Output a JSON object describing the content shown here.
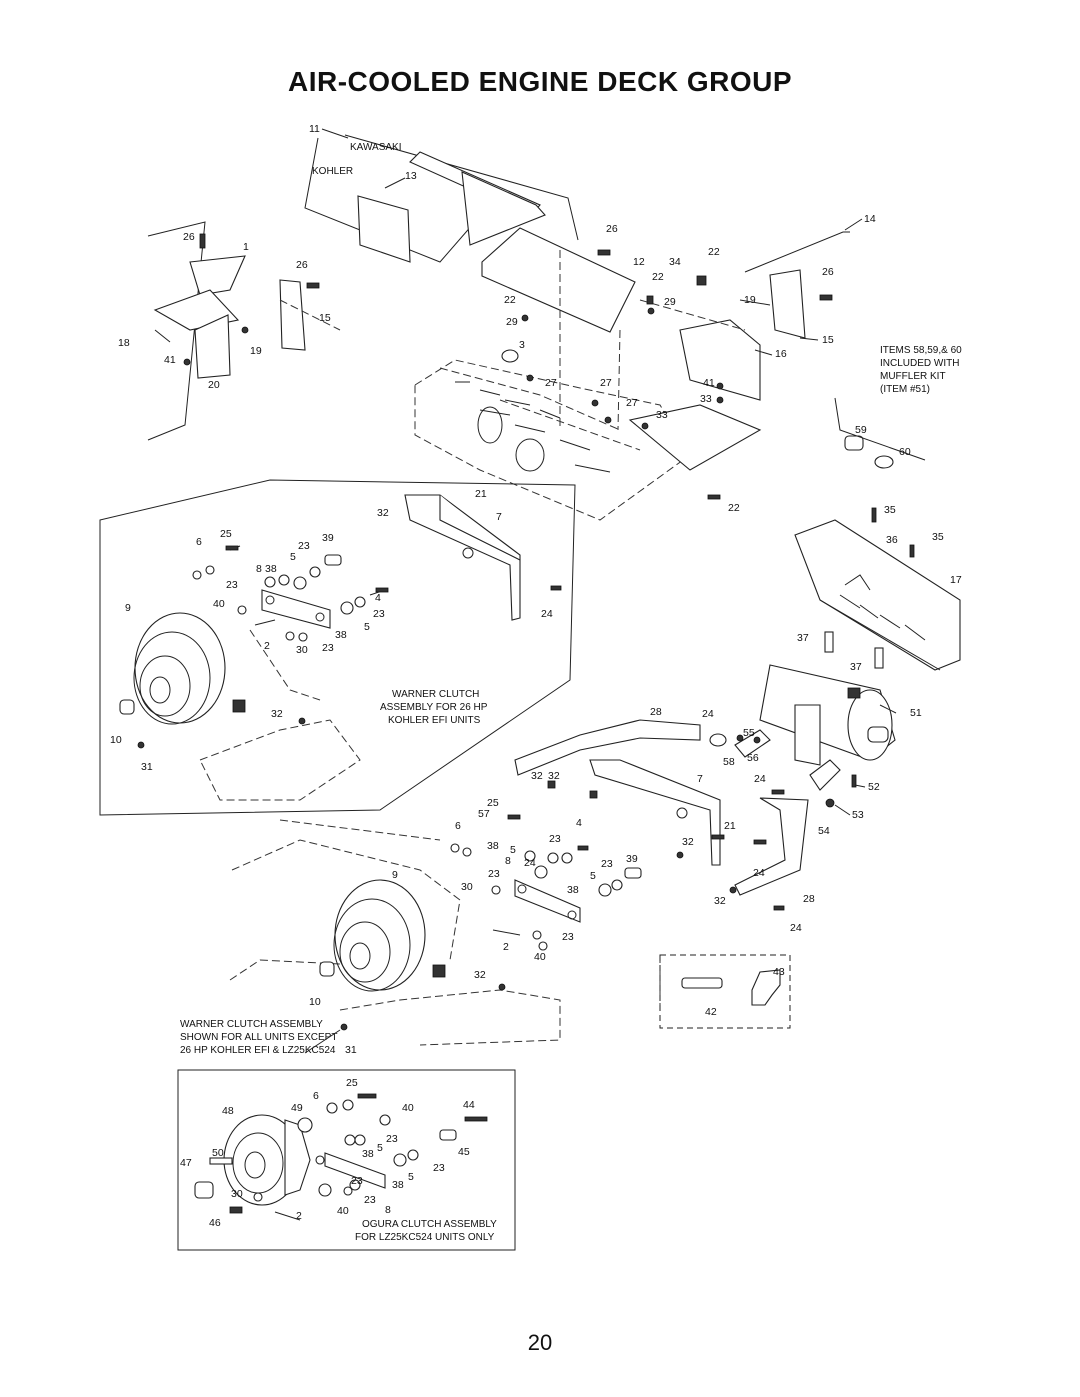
{
  "page": {
    "title": "AIR-COOLED ENGINE DECK GROUP",
    "page_number": "20"
  },
  "captions": {
    "kawasaki": "KAWASAKI",
    "kohler": "KOHLER",
    "muffler_kit": [
      "ITEMS 58,59,& 60",
      "INCLUDED WITH",
      "MUFFLER KIT",
      "(ITEM #51)"
    ],
    "warner_efi": [
      "WARNER CLUTCH",
      "ASSEMBLY FOR 26 HP",
      "KOHLER EFI UNITS"
    ],
    "warner_all": [
      "WARNER CLUTCH ASSEMBLY",
      "SHOWN FOR ALL UNITS EXCEPT",
      "26 HP KOHLER EFI & LZ25KC524"
    ],
    "ogura": [
      "OGURA CLUTCH ASSEMBLY",
      "FOR LZ25KC524 UNITS ONLY"
    ]
  },
  "callouts": {
    "top": [
      "11",
      "13",
      "14",
      "26",
      "1",
      "26",
      "15",
      "18",
      "41",
      "19",
      "20",
      "26",
      "12",
      "34",
      "22",
      "22",
      "22",
      "29",
      "29",
      "3",
      "27",
      "27",
      "27",
      "33",
      "26",
      "19",
      "15",
      "16",
      "41",
      "33",
      "59",
      "60",
      "22"
    ],
    "efi_box": [
      "21",
      "32",
      "7",
      "25",
      "6",
      "23",
      "39",
      "5",
      "8",
      "38",
      "23",
      "40",
      "9",
      "4",
      "23",
      "24",
      "38",
      "5",
      "2",
      "30",
      "23",
      "32",
      "10",
      "31"
    ],
    "middle": [
      "35",
      "36",
      "35",
      "17",
      "37",
      "37",
      "51",
      "28",
      "24",
      "55",
      "56",
      "58",
      "32",
      "32",
      "7",
      "24",
      "52",
      "25",
      "57",
      "4",
      "53",
      "54",
      "6",
      "23",
      "38",
      "5",
      "32",
      "21",
      "24",
      "9",
      "8",
      "23",
      "39",
      "23",
      "5",
      "24",
      "30",
      "38",
      "32",
      "28",
      "24",
      "2",
      "23",
      "40",
      "32",
      "10",
      "31",
      "43",
      "42"
    ],
    "ogura_box": [
      "25",
      "6",
      "48",
      "49",
      "40",
      "44",
      "23",
      "50",
      "38",
      "5",
      "45",
      "47",
      "23",
      "23",
      "30",
      "38",
      "5",
      "46",
      "2",
      "40",
      "23",
      "8"
    ]
  }
}
